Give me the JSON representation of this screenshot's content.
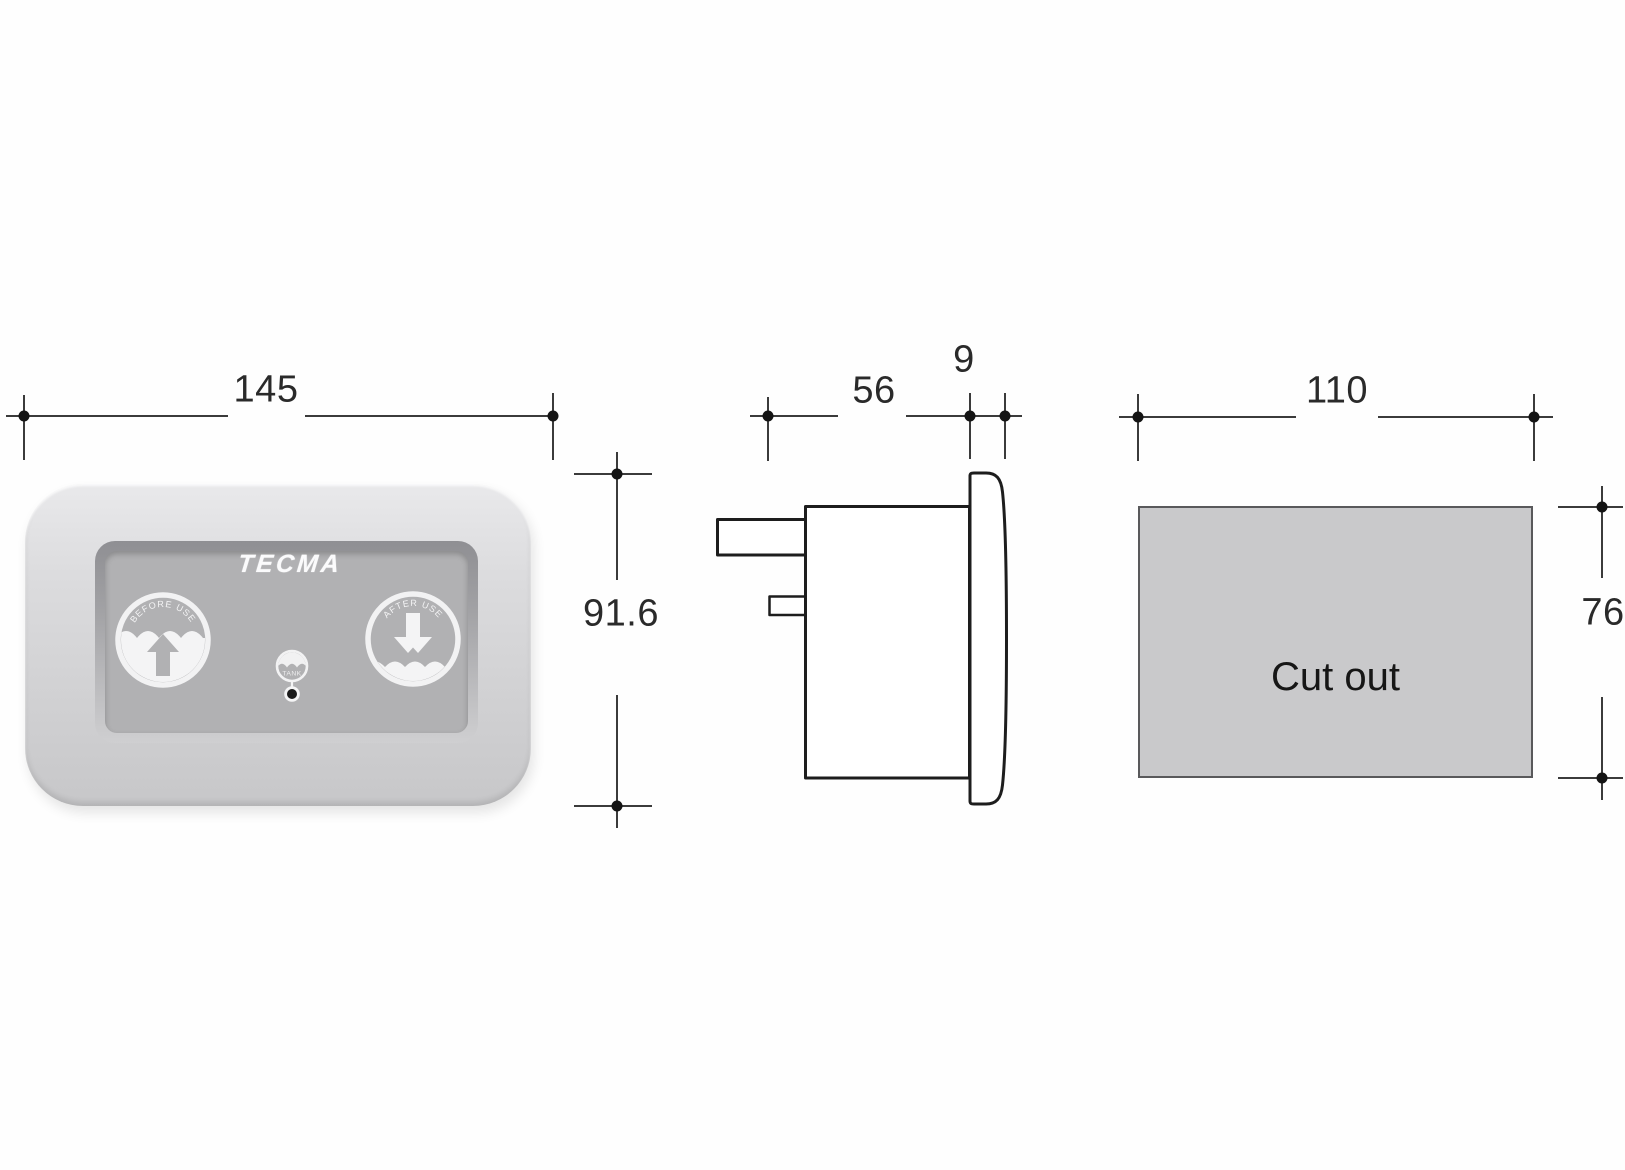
{
  "front_view": {
    "brand": "TECMA",
    "buttons": {
      "before_use": "BEFORE USE",
      "after_use": "AFTER USE",
      "tank": "TANK"
    }
  },
  "dimensions": {
    "front_width": "145",
    "front_height": "91.6",
    "side_depth": "56",
    "bezel_thickness": "9",
    "cutout_width": "110",
    "cutout_height": "76"
  },
  "cutout_label": "Cut out",
  "colors": {
    "panel_face_gray": "#b1b1b3",
    "panel_frame_gray": "#d6d6d8",
    "cutout_fill": "#c9c9cb",
    "drawing_line": "#1d1d1d",
    "dimension_line": "#3b3b3b",
    "icon_white": "#f4f4f5"
  }
}
